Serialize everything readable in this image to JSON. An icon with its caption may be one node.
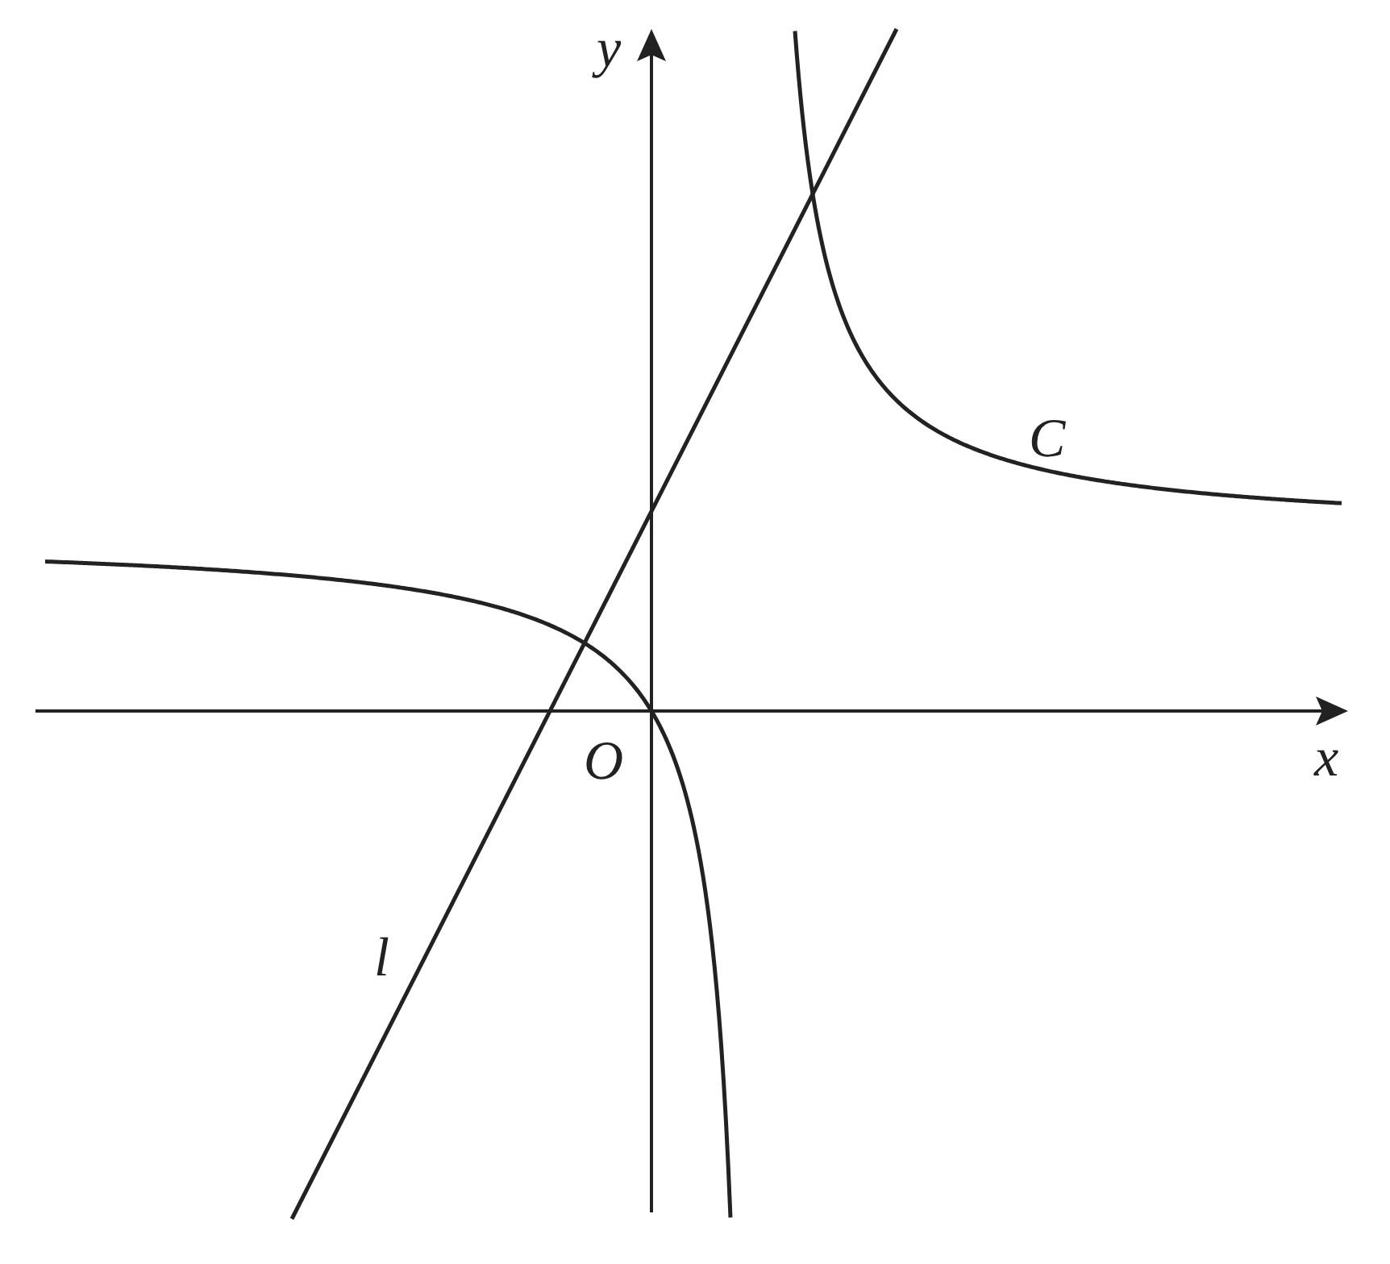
{
  "diagram": {
    "labels": [
      "y",
      "C",
      "x",
      "O",
      "l"
    ]
  }
}
